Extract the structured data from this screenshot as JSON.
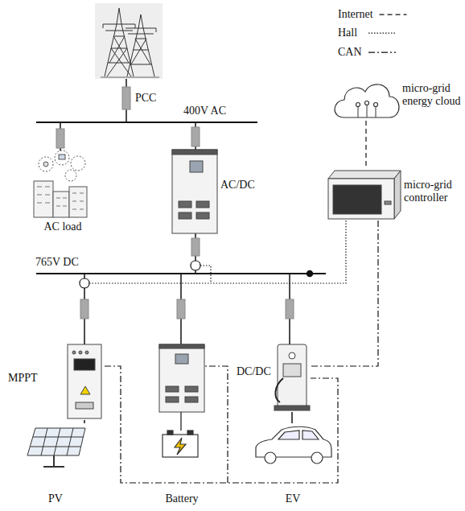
{
  "diagram": {
    "nodes": [
      {
        "text": [
          "AC load"
        ]
      },
      {
        "text": [
          "AC/DC"
        ]
      },
      {
        "text": [
          "micro-grid energy cloud"
        ]
      },
      {
        "text": [
          "micro-grid controller"
        ]
      },
      {
        "text": [
          "MPPT"
        ]
      },
      {
        "text": [
          "DC/DC"
        ]
      },
      {
        "text": [
          "PV"
        ]
      },
      {
        "text": [
          "Battery"
        ]
      },
      {
        "text": [
          "EV"
        ]
      }
    ],
    "edges": [
      {
        "from": 2,
        "to": 3,
        "arrow": "none"
      },
      {
        "from": 3,
        "to": 5,
        "arrow": "none"
      },
      {
        "from": 4,
        "to": 5,
        "arrow": "none"
      },
      {
        "from": 4,
        "to": 6,
        "arrow": "none"
      },
      {
        "from": 5,
        "to": 8,
        "arrow": "none"
      }
    ],
    "labels": [
      "PCC",
      "400V AC",
      "765V DC"
    ],
    "legend": [
      {
        "text": "Internet"
      },
      {
        "text": "Hall"
      },
      {
        "text": "CAN"
      }
    ]
  }
}
